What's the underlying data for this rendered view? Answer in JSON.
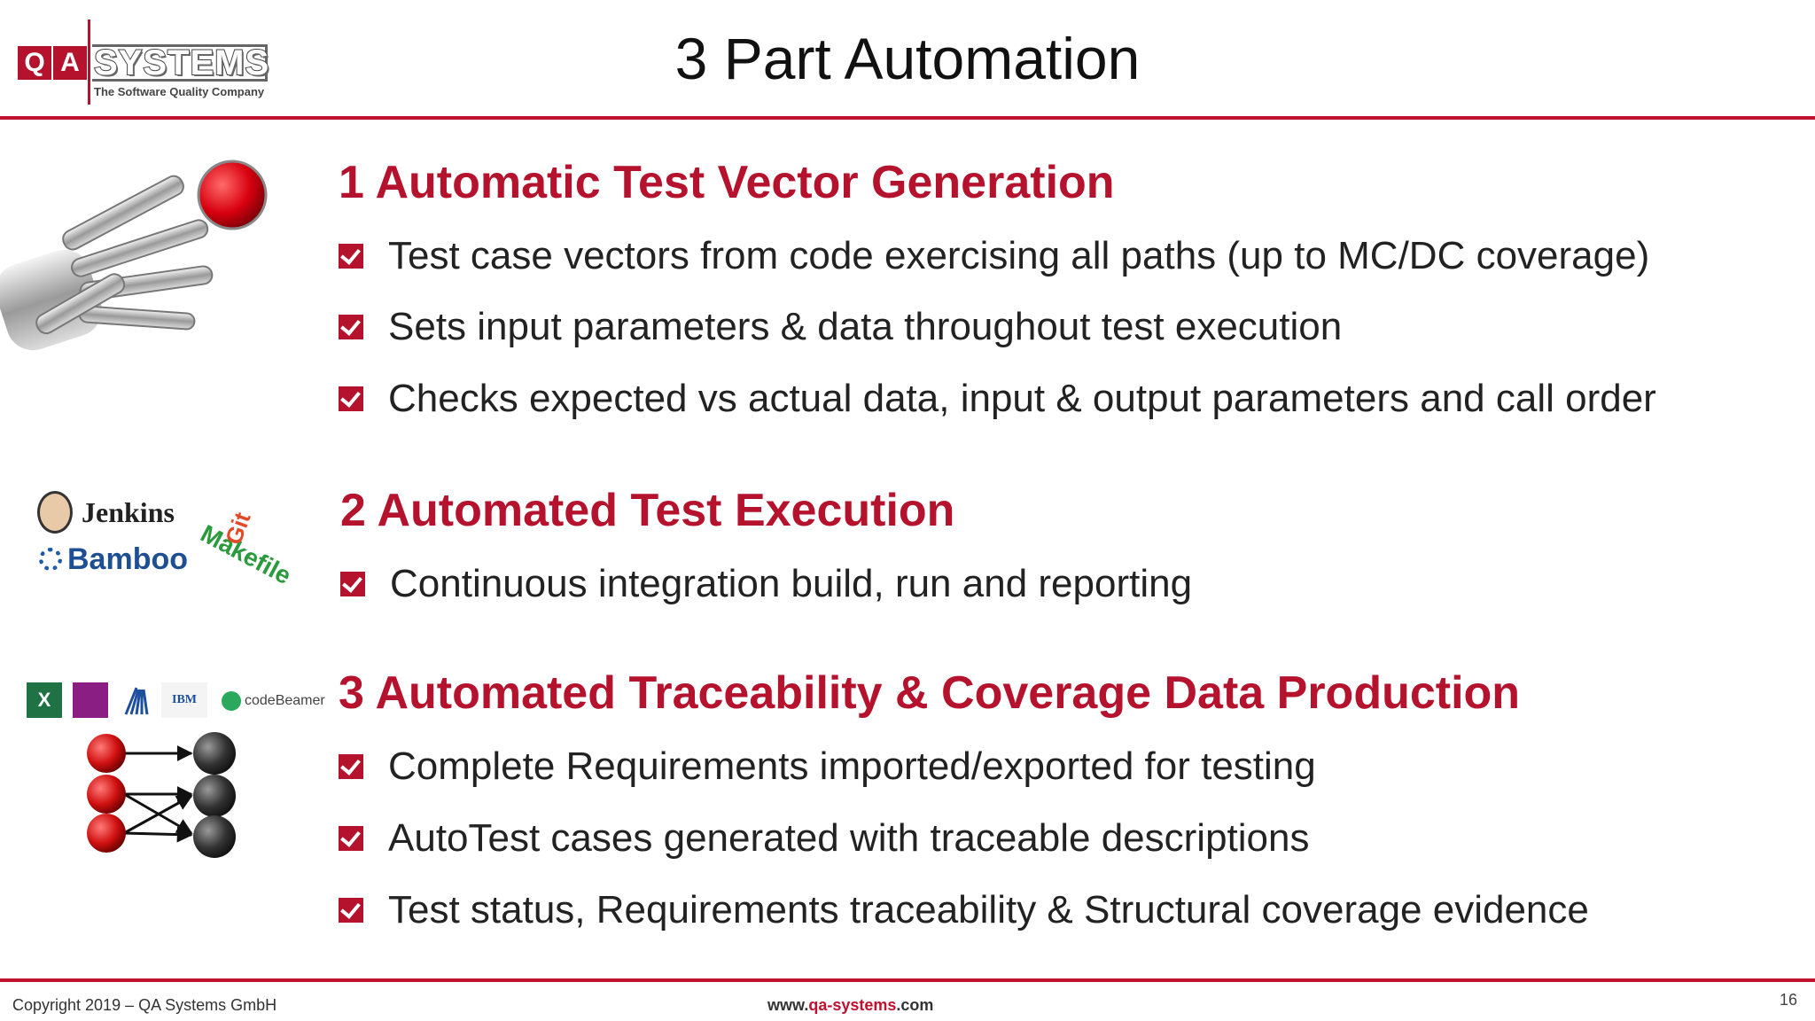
{
  "header": {
    "logo": {
      "qa_letters": [
        "Q",
        "A"
      ],
      "wordmark": "SYSTEMS",
      "tagline": "The Software Quality Company"
    },
    "title": "3 Part Automation"
  },
  "sections": [
    {
      "heading": "1 Automatic Test Vector Generation",
      "bullets": [
        "Test case vectors from code exercising all paths (up to MC/DC coverage)",
        "Sets input parameters & data throughout test execution",
        "Checks expected vs actual data, input & output parameters and call order"
      ]
    },
    {
      "heading": "2 Automated Test Execution",
      "bullets": [
        "Continuous integration build, run and reporting"
      ],
      "tool_logos": {
        "jenkins": "Jenkins",
        "bamboo": "Bamboo",
        "makefile": "Makefile",
        "git": "Git"
      }
    },
    {
      "heading": "3 Automated Traceability & Coverage Data Production",
      "bullets": [
        "Complete Requirements imported/exported for testing",
        "AutoTest cases generated with traceable descriptions",
        "Test status, Requirements traceability & Structural coverage evidence"
      ],
      "tool_logos": {
        "excel": "X",
        "ibm": "IBM",
        "codebeamer": "codeBeamer"
      }
    }
  ],
  "footer": {
    "copyright": "Copyright 2019 – QA Systems GmbH",
    "url_prefix": "www.",
    "url_brand": "qa-systems",
    "url_suffix": ".com",
    "page_number": "16"
  },
  "colors": {
    "accent": "#c0112f",
    "heading": "#b5122e",
    "text": "#222222"
  }
}
